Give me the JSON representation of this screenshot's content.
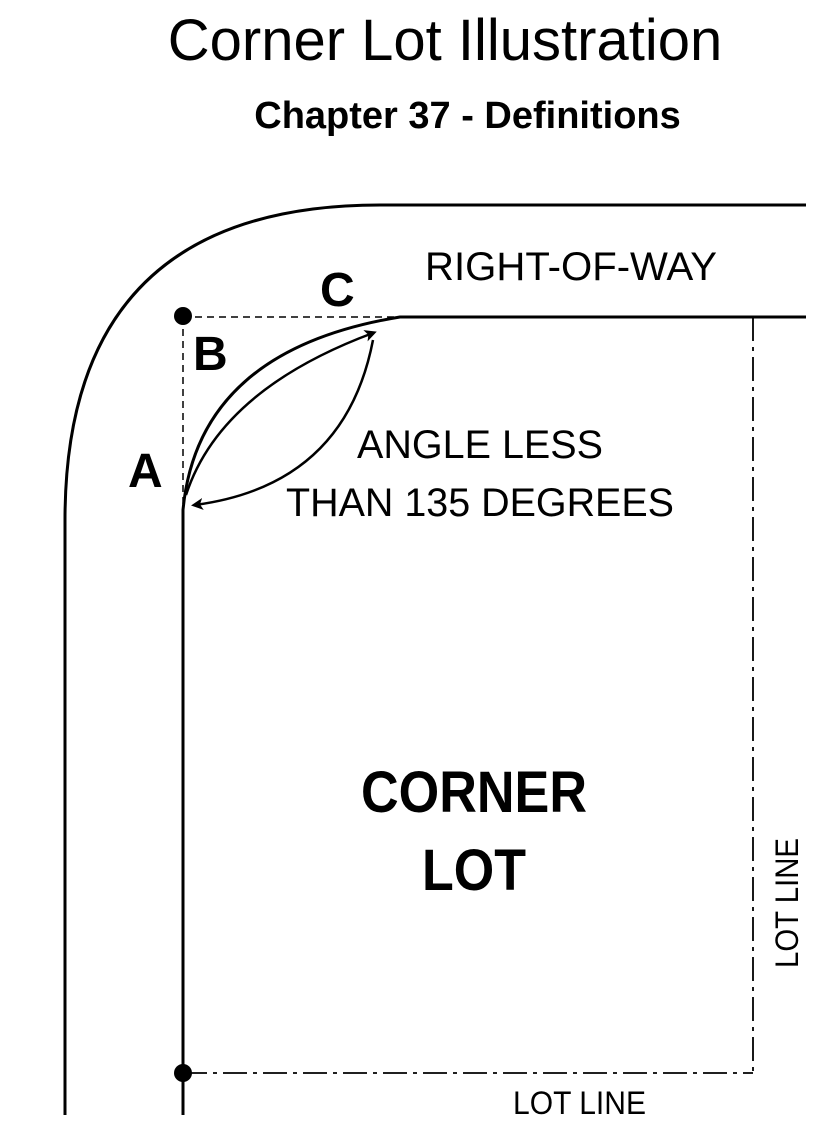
{
  "header": {
    "title": "Corner Lot Illustration",
    "subtitle": "Chapter 37 - Definitions"
  },
  "diagram": {
    "labels": {
      "right_of_way": "RIGHT-OF-WAY",
      "point_a": "A",
      "point_b": "B",
      "point_c": "C",
      "angle_line1": "ANGLE LESS",
      "angle_line2": "THAN 135 DEGREES",
      "corner_lot_line1": "CORNER",
      "corner_lot_line2": "LOT",
      "lot_line_side": "LOT LINE",
      "lot_line_bottom": "LOT LINE"
    },
    "line_color": "#000000",
    "background": "#ffffff"
  }
}
